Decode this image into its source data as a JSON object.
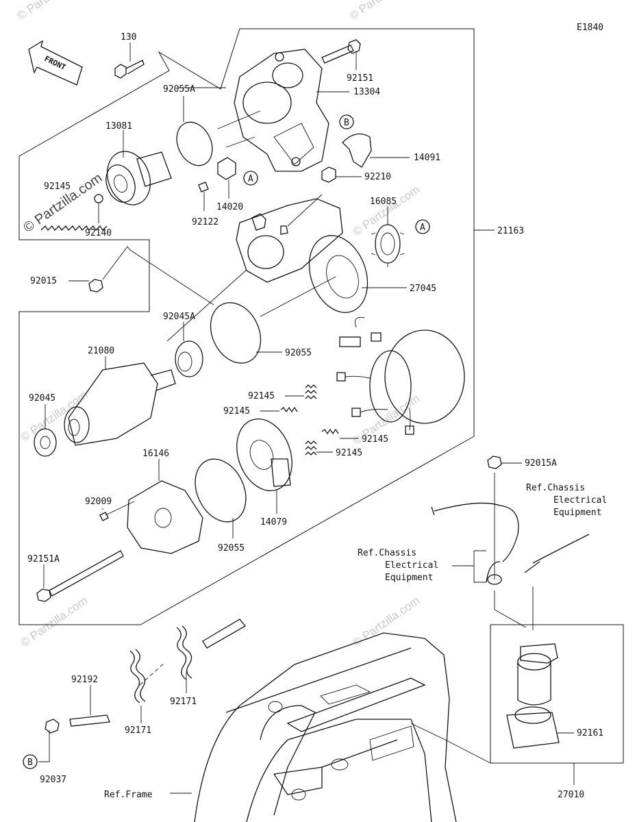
{
  "diagram_code": "E1840",
  "watermark": "© Partzilla.com",
  "front_arrow_label": "FRONT",
  "parts": {
    "p130": "130",
    "p92151": "92151",
    "p13304": "13304",
    "p92055A": "92055A",
    "p13081": "13081",
    "p14091": "14091",
    "p92145_top": "92145",
    "p14020": "14020",
    "p92210": "92210",
    "p92122": "92122",
    "p92140": "92140",
    "p16085": "16085",
    "p21163": "21163",
    "p92015": "92015",
    "p27045": "27045",
    "p92045A": "92045A",
    "p92055_mid": "92055",
    "p21080": "21080",
    "p92145_a": "92145",
    "p92145_b": "92145",
    "p92145_c": "92145",
    "p92145_d": "92145",
    "p92045": "92045",
    "p16146": "16146",
    "p92015A": "92015A",
    "p92009": "92009",
    "p14079": "14079",
    "p92055_low": "92055",
    "p92151A": "92151A",
    "p92192": "92192",
    "p92171_a": "92171",
    "p92171_b": "92171",
    "p92037": "92037",
    "p92161": "92161",
    "p27010": "27010"
  },
  "callouts": {
    "A1": "A",
    "A2": "A",
    "B1": "B",
    "B2": "B"
  },
  "refs": {
    "chassis_right_1": "Ref.Chassis",
    "chassis_right_2": "Electrical",
    "chassis_right_3": "Equipment",
    "chassis_left_1": "Ref.Chassis",
    "chassis_left_2": "Electrical",
    "chassis_left_3": "Equipment",
    "frame": "Ref.Frame"
  }
}
